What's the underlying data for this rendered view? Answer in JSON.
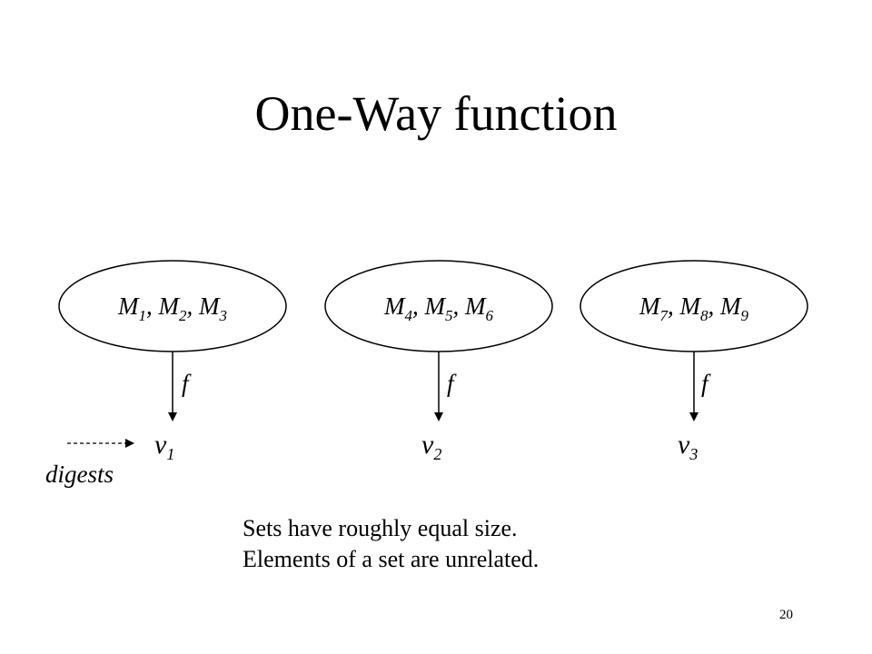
{
  "slide": {
    "title": "One-Way function",
    "page_number": "20"
  },
  "sets": [
    {
      "elements": [
        {
          "base": "M",
          "sub": "1"
        },
        {
          "base": "M",
          "sub": "2"
        },
        {
          "base": "M",
          "sub": "3"
        }
      ],
      "function": "f",
      "digest": {
        "base": "v",
        "sub": "1"
      }
    },
    {
      "elements": [
        {
          "base": "M",
          "sub": "4"
        },
        {
          "base": "M",
          "sub": "5"
        },
        {
          "base": "M",
          "sub": "6"
        }
      ],
      "function": "f",
      "digest": {
        "base": "v",
        "sub": "2"
      }
    },
    {
      "elements": [
        {
          "base": "M",
          "sub": "7"
        },
        {
          "base": "M",
          "sub": "8"
        },
        {
          "base": "M",
          "sub": "9"
        }
      ],
      "function": "f",
      "digest": {
        "base": "v",
        "sub": "3"
      }
    }
  ],
  "digests_label": "digests",
  "notes": [
    "Sets have roughly equal size.",
    "Elements of a set are unrelated."
  ]
}
